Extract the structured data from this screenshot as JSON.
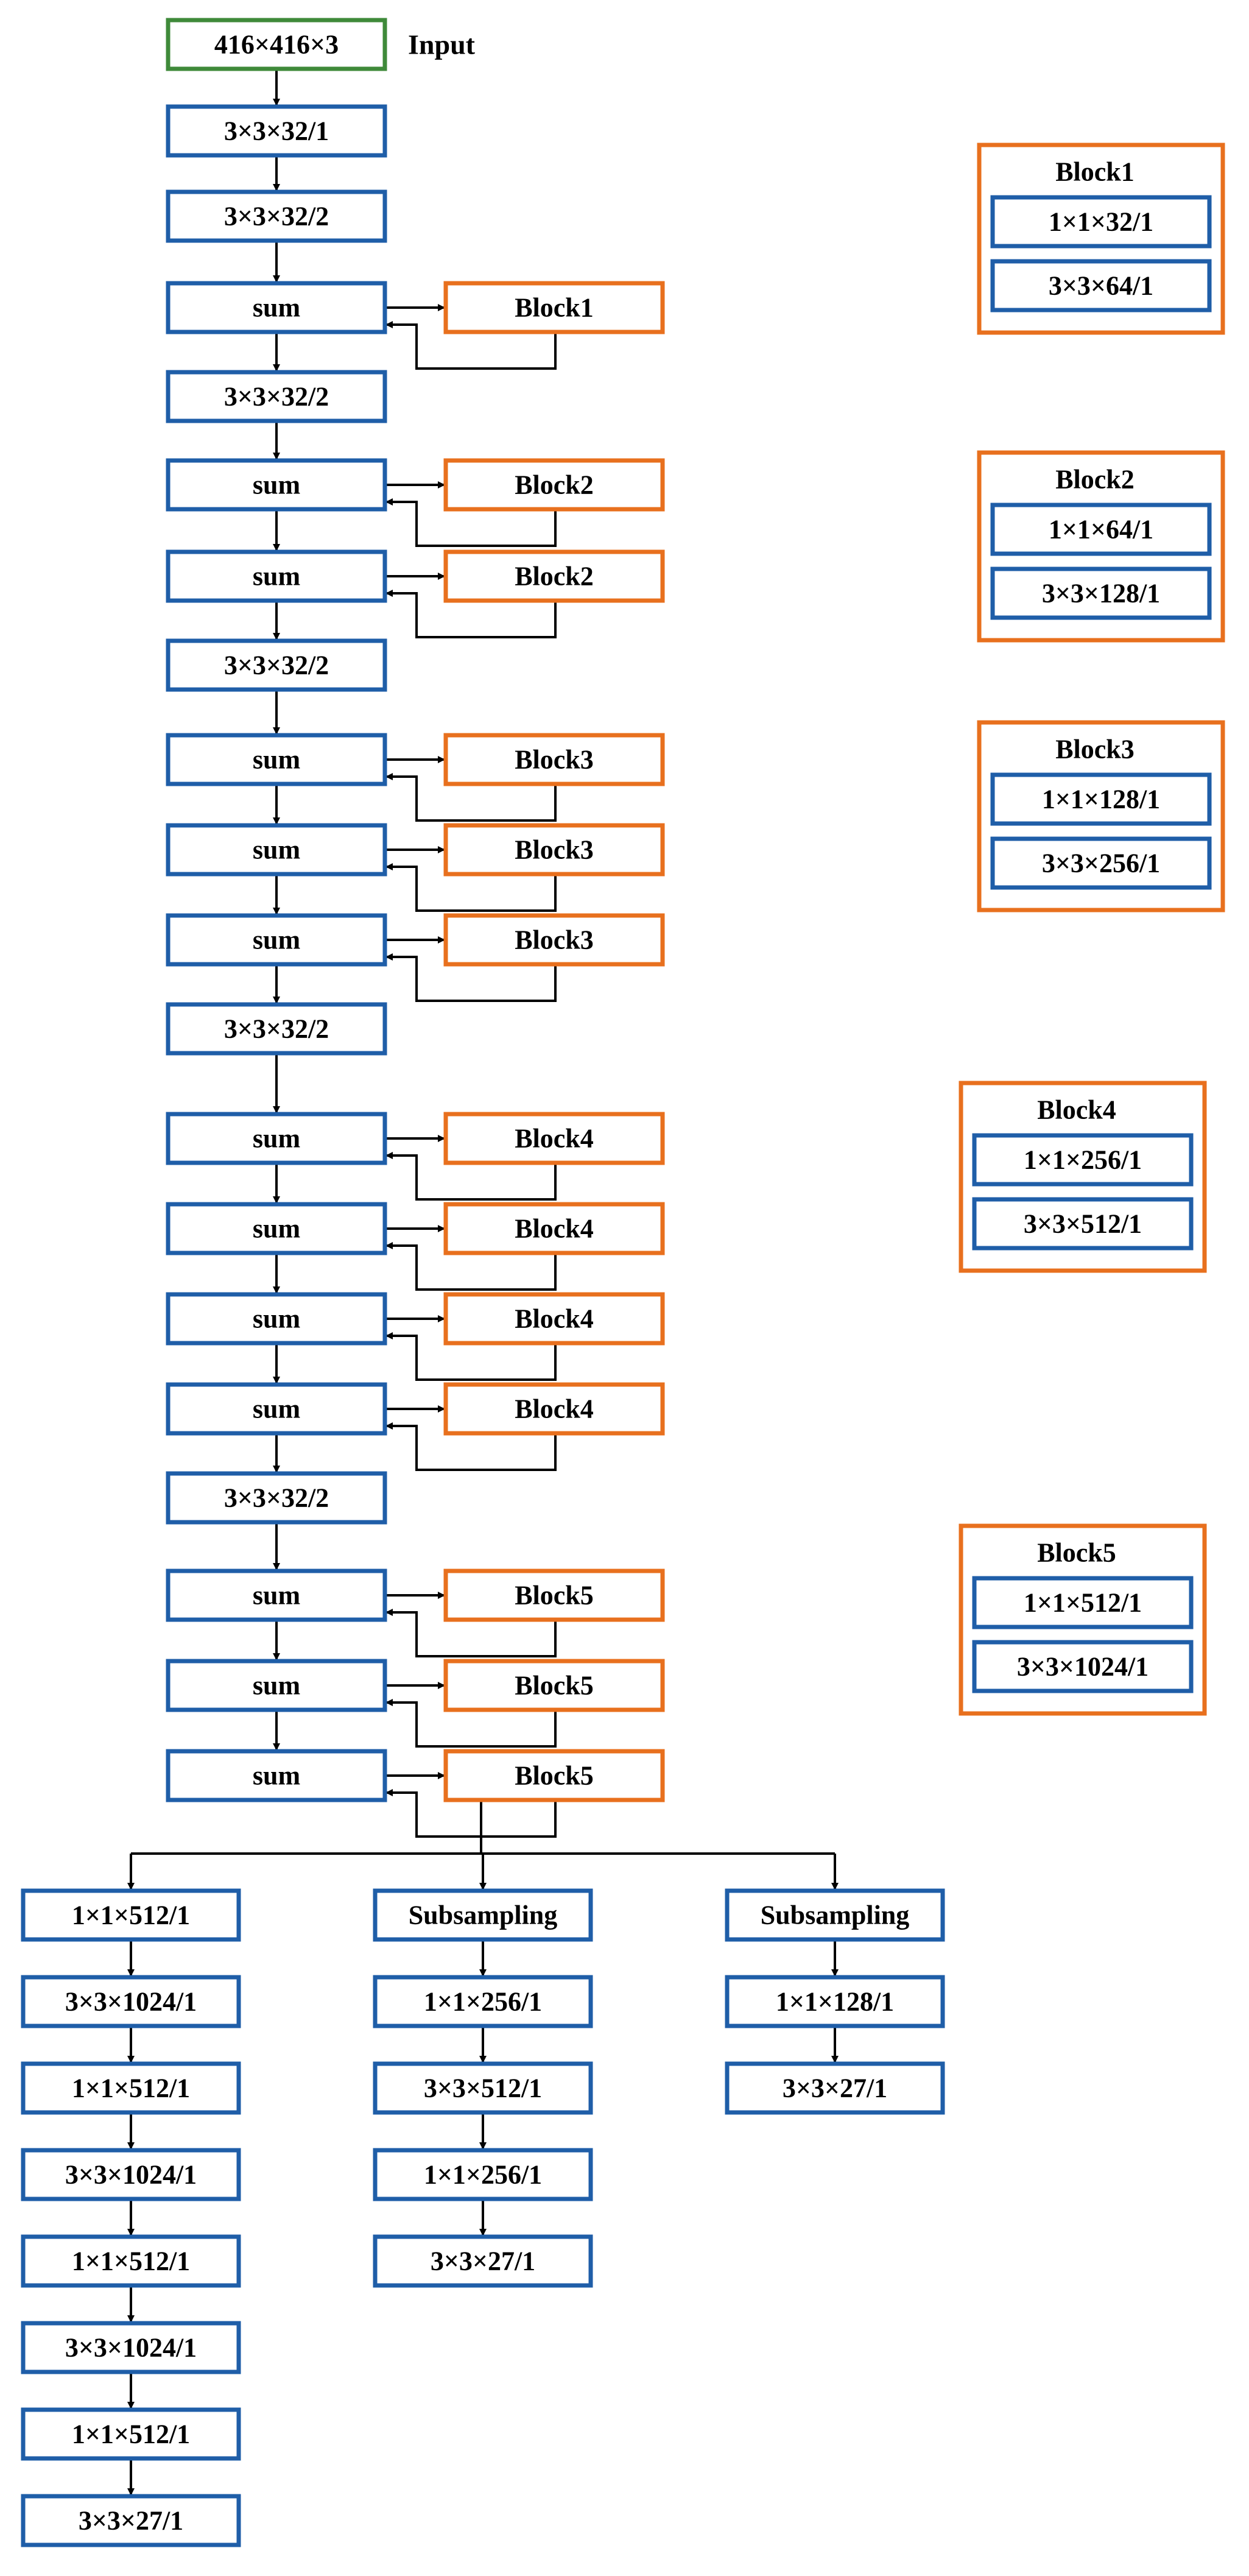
{
  "colors": {
    "layer_border": "#1f5ea8",
    "block_border": "#e8701e",
    "input_border": "#3f8a3a",
    "connector": "#000000",
    "background": "#ffffff"
  },
  "input": {
    "label": "416×416×3",
    "side_label": "Input"
  },
  "layers": {
    "conv_1": "3×3×32/1",
    "conv_2": "3×3×32/2",
    "sum": "sum",
    "downsample": "3×3×32/2"
  },
  "backbone_stages": [
    {
      "block_label": "Block1",
      "repeats": 1
    },
    {
      "block_label": "Block2",
      "repeats": 2
    },
    {
      "block_label": "Block3",
      "repeats": 3
    },
    {
      "block_label": "Block4",
      "repeats": 4
    },
    {
      "block_label": "Block5",
      "repeats": 3
    }
  ],
  "block_definitions": [
    {
      "title": "Block1",
      "layers": [
        "1×1×32/1",
        "3×3×64/1"
      ]
    },
    {
      "title": "Block2",
      "layers": [
        "1×1×64/1",
        "3×3×128/1"
      ]
    },
    {
      "title": "Block3",
      "layers": [
        "1×1×128/1",
        "3×3×256/1"
      ]
    },
    {
      "title": "Block4",
      "layers": [
        "1×1×256/1",
        "3×3×512/1"
      ]
    },
    {
      "title": "Block5",
      "layers": [
        "1×1×512/1",
        "3×3×1024/1"
      ]
    }
  ],
  "heads": [
    {
      "layers": [
        "1×1×512/1",
        "3×3×1024/1",
        "1×1×512/1",
        "3×3×1024/1",
        "1×1×512/1",
        "3×3×1024/1",
        "1×1×512/1",
        "3×3×27/1"
      ]
    },
    {
      "layers": [
        "Subsampling",
        "1×1×256/1",
        "3×3×512/1",
        "1×1×256/1",
        "3×3×27/1"
      ]
    },
    {
      "layers": [
        "Subsampling",
        "1×1×128/1",
        "3×3×27/1"
      ]
    }
  ]
}
